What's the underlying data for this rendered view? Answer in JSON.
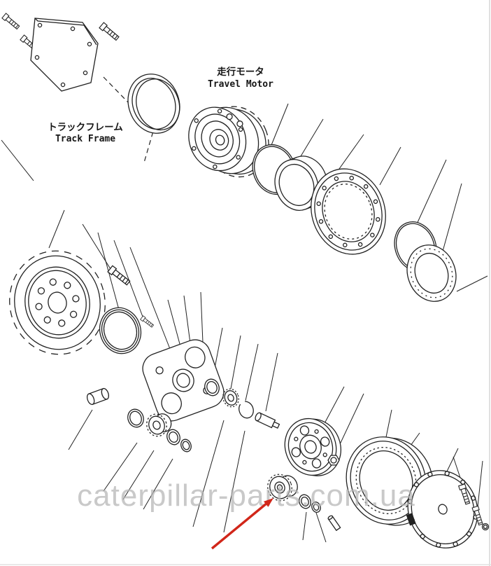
{
  "labels": {
    "travel_motor_jp": "走行モータ",
    "travel_motor_en": "Travel Motor",
    "track_frame_jp": "トラックフレーム",
    "track_frame_en": "Track Frame"
  },
  "watermark": {
    "text": "caterpillar-parts.com.ua"
  },
  "colors": {
    "line": "#222222",
    "background": "#ffffff",
    "pointer_arrow": "#d12619",
    "watermark": "#b5b5b5"
  }
}
